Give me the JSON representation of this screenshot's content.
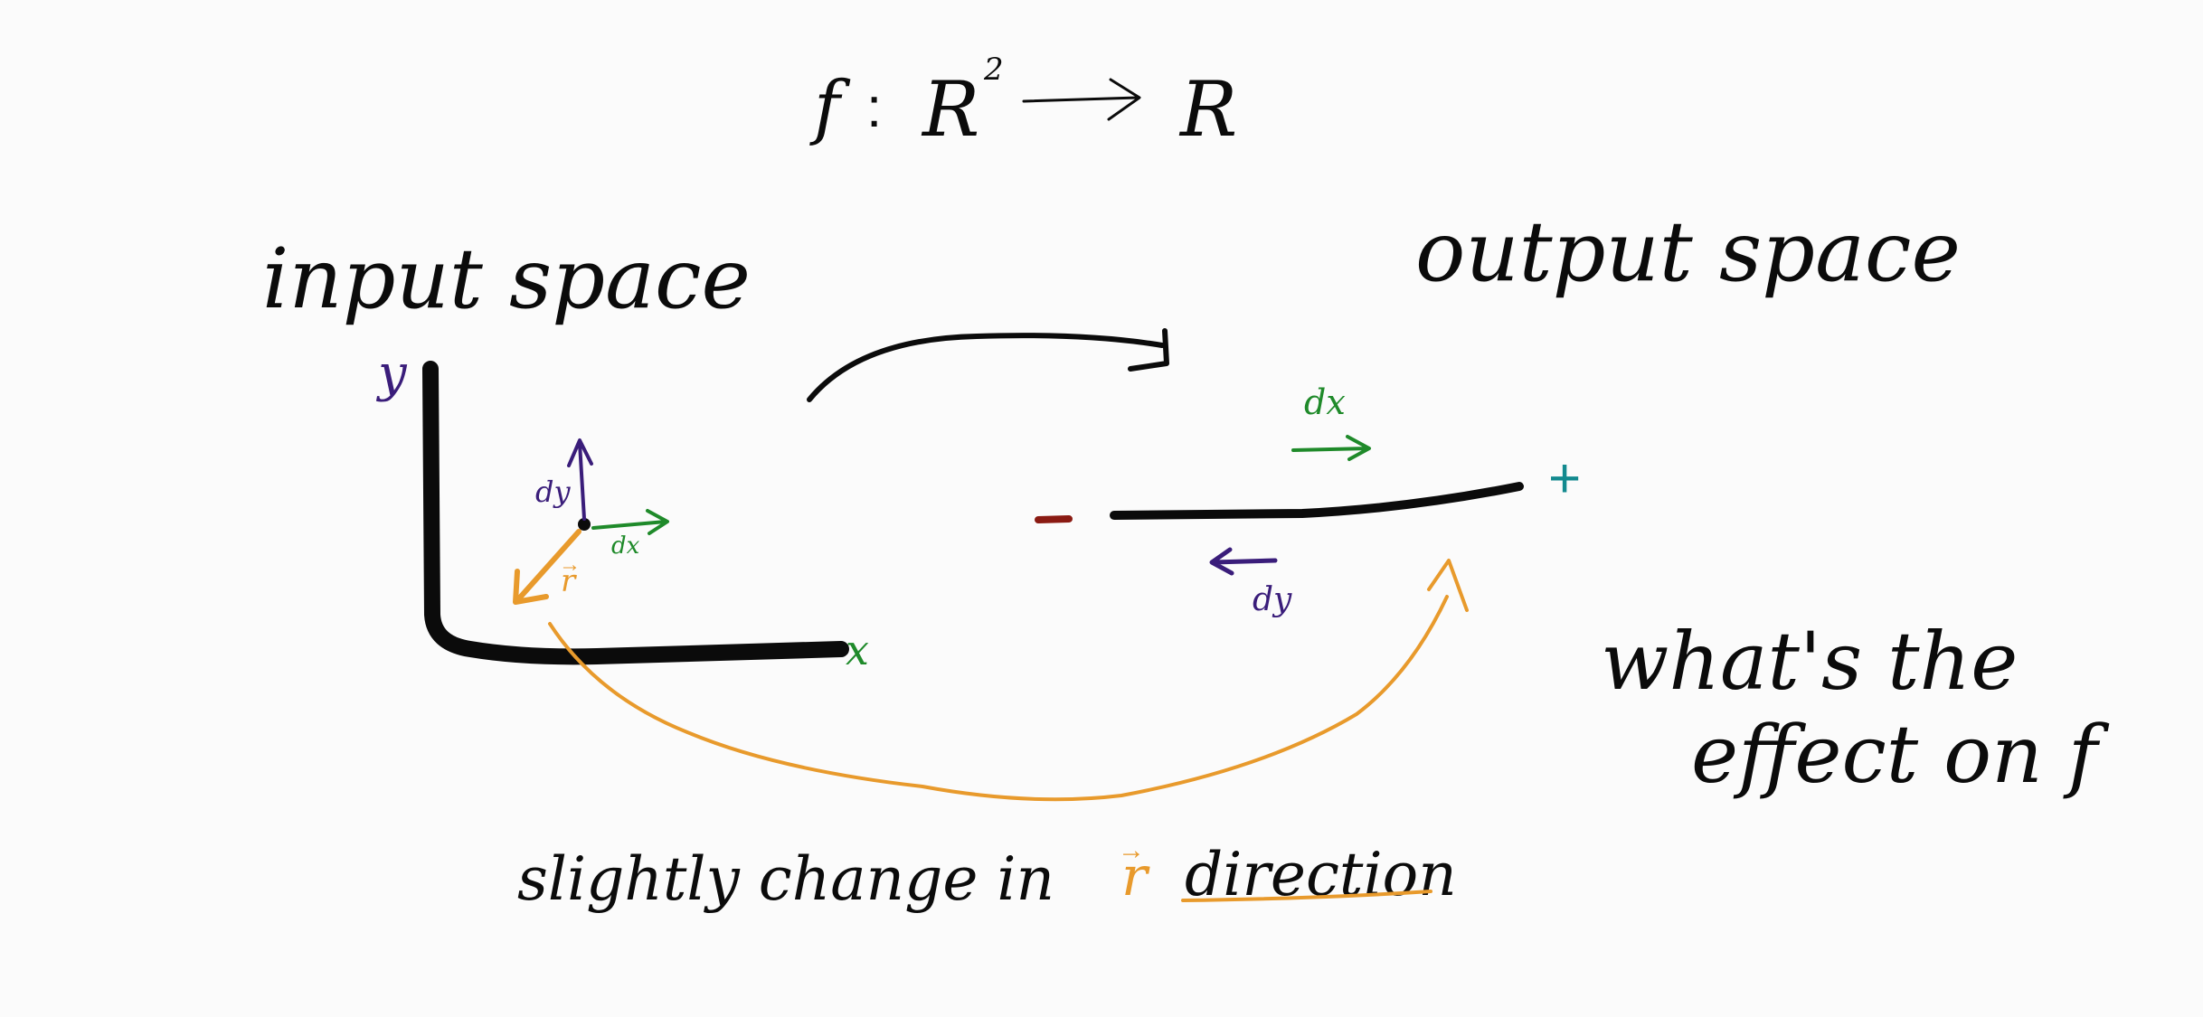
{
  "title": {
    "f": "f",
    "colon": ":",
    "domain_base": "R",
    "domain_exp": "2",
    "codomain": "R"
  },
  "labels": {
    "input_space": "input space",
    "output_space": "output space",
    "y_axis": "y",
    "x_axis": "x",
    "dy_input": "dy",
    "dx_input": "dx",
    "r_vec": "r",
    "vec_arrow_glyph": "→",
    "dx_output": "dx",
    "dy_output": "dy",
    "plus": "+",
    "question_line1": "what's the",
    "question_line2": "effect on f",
    "caption_pre": "slightly change in",
    "caption_r": "r",
    "caption_direction": "direction"
  },
  "colors": {
    "ink": "#0b0b0b",
    "purple": "#3a1d7a",
    "green": "#1f8a2a",
    "orange": "#e89a2c",
    "teal": "#138a8f",
    "darkred": "#8a1a12",
    "background": "#fbfbfb"
  }
}
